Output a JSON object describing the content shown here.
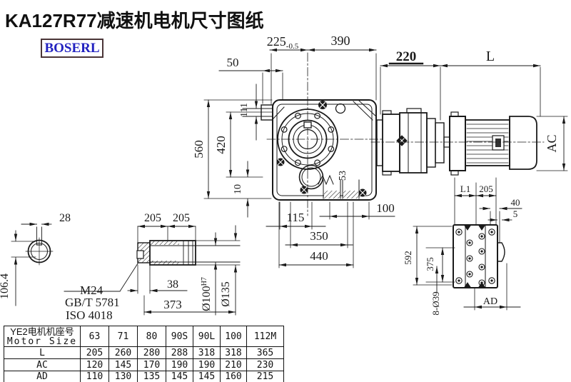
{
  "title": "KA127R77减速机电机尺寸图纸",
  "logo": "BOSERL",
  "drawing": {
    "dims": {
      "d225": "225",
      "d225_tol": "-0.5",
      "d390": "390",
      "d220": "220",
      "dL": "L",
      "d50": "50",
      "d111": "111",
      "d560": "560",
      "d420": "420",
      "d10": "10",
      "d53": "53",
      "d115": "115",
      "d100": "100",
      "d350": "350",
      "d440": "440",
      "dAC": "AC",
      "d28": "28",
      "d106": "106.4",
      "d205a": "205",
      "d205b": "205",
      "m24": "M24",
      "gbt": "GB/T 5781",
      "iso": "ISO 4018",
      "d38": "38",
      "d373": "373",
      "dia100": "Ø100",
      "dia100_sup": "H7",
      "dia135": "Ø135",
      "dL1": "L1",
      "d205c": "205",
      "d40": "40",
      "d5": "5",
      "d592": "592",
      "d375": "375",
      "d8d39": "8-Ø39",
      "dAD": "AD"
    }
  },
  "table": {
    "motor_header_cn": "YE2电机机座号",
    "motor_header_en": "Motor Size",
    "frame_sizes": [
      "63",
      "71",
      "80",
      "90S",
      "90L",
      "100",
      "112M"
    ],
    "rows": [
      {
        "label": "L",
        "values": [
          "205",
          "260",
          "280",
          "288",
          "318",
          "318",
          "365"
        ]
      },
      {
        "label": "AC",
        "values": [
          "120",
          "145",
          "170",
          "190",
          "190",
          "210",
          "230"
        ]
      },
      {
        "label": "AD",
        "values": [
          "110",
          "130",
          "135",
          "145",
          "145",
          "160",
          "215"
        ]
      }
    ]
  }
}
